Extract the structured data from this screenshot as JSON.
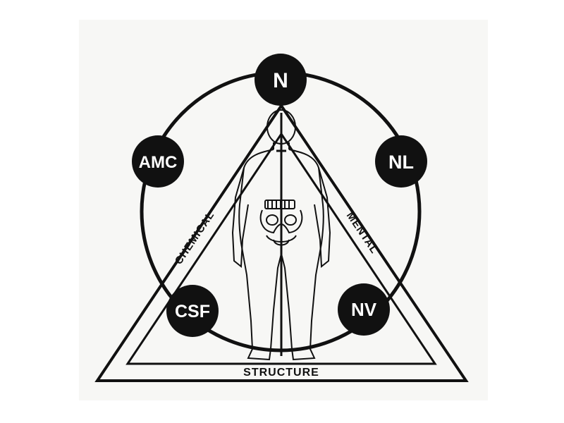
{
  "diagram": {
    "nodes": {
      "top": "N",
      "upper_left": "AMC",
      "upper_right": "NL",
      "lower_left": "CSF",
      "lower_right": "NV"
    },
    "sides": {
      "left": "CHEMICAL",
      "right": "MENTAL",
      "bottom": "STRUCTURE"
    },
    "colors": {
      "ink": "#111111",
      "paper": "#ffffff"
    }
  }
}
